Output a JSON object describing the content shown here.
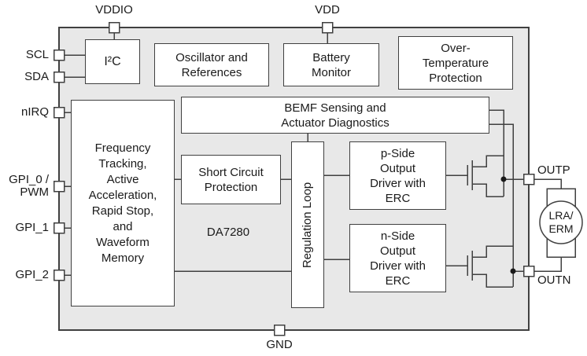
{
  "colors": {
    "chip_fill": "#e8e8e8",
    "line": "#404040",
    "box_fill": "#ffffff",
    "text": "#1a1a1a",
    "junction_dot": "#1a1a1a"
  },
  "pins": {
    "vddio": "VDDIO",
    "vdd": "VDD",
    "scl": "SCL",
    "sda": "SDA",
    "nirq": "nIRQ",
    "gpi0": "GPI_0 /\nPWM",
    "gpi1": "GPI_1",
    "gpi2": "GPI_2",
    "outp": "OUTP",
    "outn": "OUTN",
    "gnd": "GND"
  },
  "blocks": {
    "i2c": "I²C",
    "oscillator": "Oscillator and\nReferences",
    "battery": "Battery\nMonitor",
    "overtemp": "Over-\nTemperature\nProtection",
    "bemf": "BEMF Sensing and\nActuator Diagnostics",
    "frequency": "Frequency\nTracking,\nActive\nAcceleration,\nRapid Stop,\nand\nWaveform\nMemory",
    "short_circuit": "Short Circuit\nProtection",
    "regulation": "Regulation Loop",
    "p_side": "p-Side\nOutput\nDriver with\nERC",
    "n_side": "n-Side\nOutput\nDriver with\nERC"
  },
  "chip_label": "DA7280",
  "load": "LRA/\nERM"
}
